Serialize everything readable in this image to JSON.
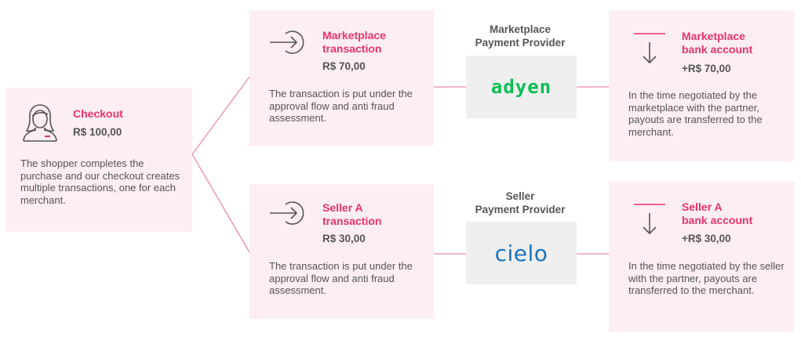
{
  "checkout": {
    "title": "Checkout",
    "amount": "R$ 100,00",
    "description": "The shopper completes the purchase and our checkout creates multiple transactions, one for each merchant.",
    "icon": "shopper-icon"
  },
  "marketplace_transaction": {
    "title": "Marketplace\ntransaction",
    "amount": "R$ 70,00",
    "description": "The transaction is put under the approval flow and anti fraud assessment.",
    "icon": "arrow-into-circle-icon"
  },
  "seller_transaction": {
    "title": "Seller A\ntransaction",
    "amount": "R$ 30,00",
    "description": "The transaction is put under the approval flow and anti fraud assessment.",
    "icon": "arrow-into-circle-icon"
  },
  "marketplace_provider": {
    "label": "Marketplace\nPayment Provider",
    "logo_text": "adyen"
  },
  "seller_provider": {
    "label": "Seller\nPayment Provider",
    "logo_text": "cielo"
  },
  "marketplace_bank": {
    "title": "Marketplace\nbank account",
    "amount": "+R$ 70,00",
    "description": "In the time negotiated by the marketplace with the partner, payouts are transferred to the merchant.",
    "icon": "arrow-down-to-line-icon"
  },
  "seller_bank": {
    "title": "Seller A\nbank account",
    "amount": "+R$ 30,00",
    "description": "In the time negotiated by the seller with the partner, payouts are transferred to the merchant.",
    "icon": "arrow-down-to-line-icon"
  },
  "colors": {
    "accent": "#e8336e",
    "card_background": "#fdeef1",
    "connector": "#f08aa8",
    "adyen_green": "#0abf53",
    "cielo_blue": "#1b74bc"
  }
}
